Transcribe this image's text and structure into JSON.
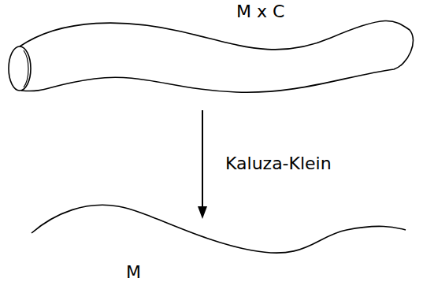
{
  "diagram": {
    "labels": [
      "M x C",
      "Kaluza-Klein",
      "M"
    ]
  }
}
